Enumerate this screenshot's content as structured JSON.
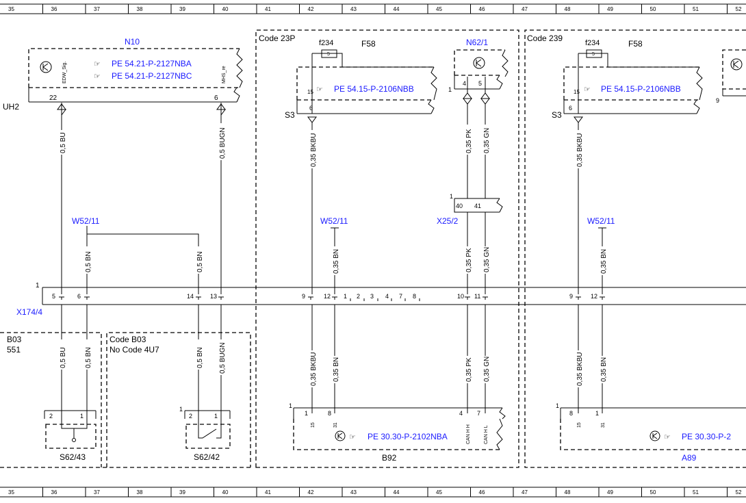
{
  "ruler": {
    "cells": [
      "35",
      "36",
      "37",
      "38",
      "39",
      "40",
      "41",
      "42",
      "43",
      "44",
      "45",
      "46",
      "47",
      "48",
      "49",
      "50",
      "51",
      "52"
    ]
  },
  "components": {
    "n10": {
      "id": "N10",
      "refs": [
        "PE 54.21-P-2127NBA",
        "PE 54.21-P-2127NBC"
      ],
      "pins": {
        "edw_name": "EDW_Sig.",
        "edw_num": "22",
        "mhs_name": "MHS_re",
        "mhs_num": "6"
      }
    },
    "uh2": "UH2",
    "code23p": "Code 23P",
    "code239": "Code 239",
    "f234": "f234",
    "f234_val": "5",
    "f58": "F58",
    "n62_1": "N62/1",
    "s3": "S3",
    "pe_2106": "PE 54.15-P-2106NBB",
    "x25_2": "X25/2",
    "w52_11": "W52/11",
    "x174_4": "X174/4",
    "b03": "B03",
    "b03_sub": "551",
    "code_b03": "Code B03",
    "no_code": "No  Code 4U7",
    "s62_43": "S62/43",
    "s62_42": "S62/42",
    "b92": "B92",
    "a89": "A89",
    "pe_2102": "PE 30.30-P-2102NBA",
    "pe_2102_cut": "PE 30.30-P-2",
    "can_h": "CAN H H",
    "can_l": "CAN H L"
  },
  "wires": {
    "bu05": "0,5 BU",
    "bugn05": "0,5 BUGN",
    "bn05": "0,5 BN",
    "bkbu035": "0,35 BKBU",
    "bn035": "0,35 BN",
    "pk035": "0,35 PK",
    "gn035": "0,35 GN"
  },
  "pins": {
    "p1": "1",
    "p2": "2",
    "p3": "3",
    "p4": "4",
    "p5": "5",
    "p6": "6",
    "p7": "7",
    "p8": "8",
    "p9": "9",
    "p10": "10",
    "p11": "11",
    "p12": "12",
    "p13": "13",
    "p14": "14",
    "p15": "15",
    "p31": "31",
    "p40": "40",
    "p41": "41"
  },
  "colors": {
    "ink": "#000000",
    "reference_blue": "#1a1aff"
  }
}
